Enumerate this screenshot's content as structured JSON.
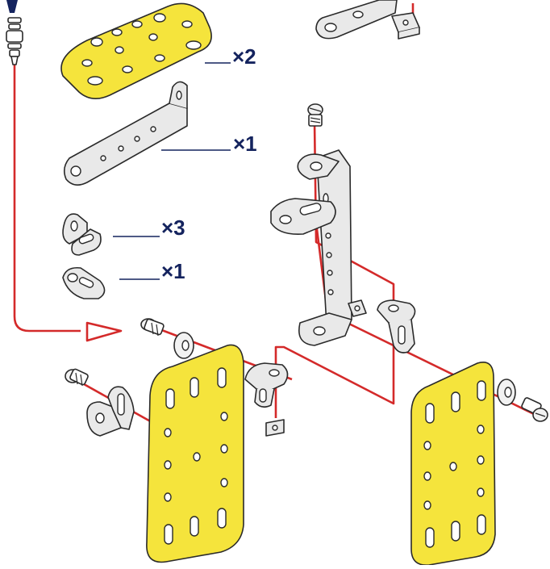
{
  "parts_list": [
    {
      "part": "flexible-plate",
      "quantity": "×2",
      "color": "#f5e43c"
    },
    {
      "part": "angle-bracket-strip",
      "quantity": "×1"
    },
    {
      "part": "slotted-angle-bracket",
      "quantity": "×3"
    },
    {
      "part": "slotted-strip",
      "quantity": "×1"
    }
  ],
  "colors": {
    "plate_yellow": "#f5e43c",
    "guide_line_red": "#d42a2a",
    "quantity_text": "#14235e",
    "metal_part": "#e9e9e9",
    "outline": "#2a2a2a"
  },
  "icons": {
    "arrow": "red-triangle-arrow-icon",
    "tool": "screwdriver-icon"
  }
}
